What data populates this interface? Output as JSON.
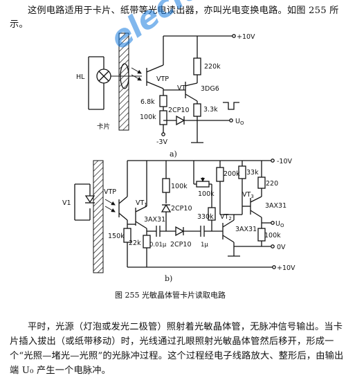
{
  "intro_text": "这例电路适用于卡片、纸带等光电读出器，亦叫光电变换电路。如图 255 所示。",
  "watermark": "elecfans.com",
  "figure_a": {
    "label": "a)",
    "supply_top": "+10V",
    "lamp": "HL",
    "card": "卡片",
    "phototransistor": "VTP",
    "transistor": "VT",
    "transistor_type": "3DG6",
    "r1": "6.8k",
    "r2": "100k",
    "r3": "220k",
    "r4": "3.3k",
    "diode": "2CP10",
    "supply_bottom": "-3V",
    "output": "U",
    "output_sub": "O"
  },
  "figure_b": {
    "label": "b)",
    "supply_top": "-10V",
    "supply_mid": "0V",
    "supply_bottom": "+10V",
    "led": "V1",
    "phototransistor": "VTP",
    "vt1": "VT",
    "vt1_sub": "1",
    "vt1_type": "3AX31",
    "vt2": "VT",
    "vt2_sub": "2",
    "vt2_type": "3AX31",
    "vt3": "VT",
    "vt3_sub": "3",
    "vt3_type": "3AX31",
    "r_150k": "150k",
    "r_22k": "22k",
    "c_001": "0.01μ",
    "d_2cp10_a": "2CP10",
    "r_100k_a": "100k",
    "d_2cp10_b": "2CP10",
    "pot_100k": "100k",
    "r_330k": "330k",
    "c_1u": "1μ",
    "r_200k": "200k",
    "r_33k": "33k",
    "r_220": "220",
    "r_100k_b": "100k",
    "output": "U",
    "output_sub": "O"
  },
  "caption": "图 255    光敏晶体管卡片读取电路",
  "outro_text": "平时，光源（灯泡或发光二极管）照射着光敏晶体管，无脉冲信号输出。当卡片插入拔出（或纸带移动）时，光线通过孔眼照射光敏晶体管然后移开，形成一个“光照—堵光—光照”的光脉冲过程。这个过程经电子线路放大、整形后，由输出端 U₀ 产生一个电脉冲。"
}
